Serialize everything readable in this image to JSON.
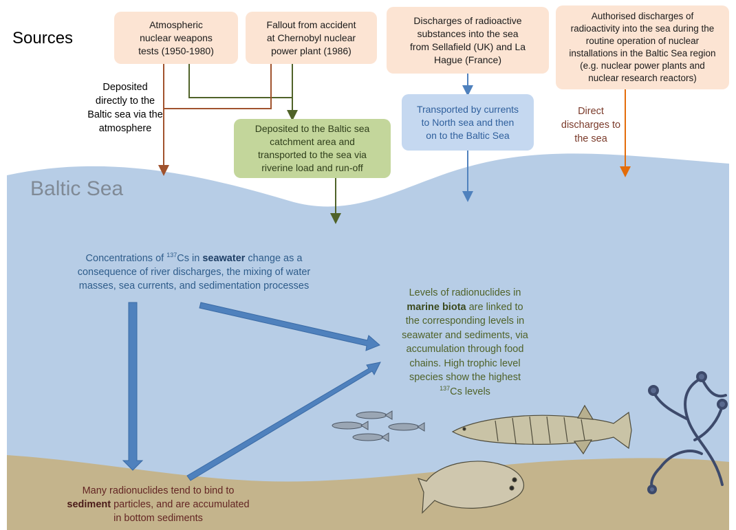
{
  "sources_heading": "Sources",
  "sea_label": "Baltic Sea",
  "source_boxes": {
    "weapons_tests": "Atmospheric\nnuclear weapons\ntests (1950-1980)",
    "chernobyl": "Fallout from accident\nat Chernobyl nuclear\npower plant (1986)",
    "sellafield": "Discharges of radioactive\nsubstances into the sea\nfrom Sellafield (UK) and La\nHague (France)",
    "authorised": "Authorised discharges of\nradioactivity into the sea during the\nroutine operation of nuclear\ninstallations in the Baltic Sea region\n(e.g. nuclear power plants and\nnuclear research reactors)"
  },
  "pathways": {
    "atmosphere": "Deposited\ndirectly to the\nBaltic sea via the\natmosphere",
    "catchment": "Deposited to the Baltic sea\ncatchment area and\ntransported to the sea via\nriverine load and run-off",
    "currents": "Transported by currents\nto North sea and then\non to the Baltic Sea",
    "direct": "Direct\ndischarges to\nthe sea"
  },
  "seawater_text": {
    "line1_pre": "Concentrations of ",
    "isotope_mass": "137",
    "isotope_symbol": "Cs in ",
    "keyword": "seawater",
    "line1_post": " change as a",
    "rest": "consequence of river discharges, the mixing of water\nmasses, sea currents, and  sedimentation processes"
  },
  "biota_text": {
    "line1": "Levels of radionuclides in",
    "keyword": "marine biota",
    "line2_post": " are linked to",
    "rest": "the corresponding levels in\nseawater and sediments, via\naccumulation through food\nchains. High trophic level\nspecies show the highest",
    "isotope_mass": "137",
    "last": "Cs levels"
  },
  "sediment_text": {
    "line1": "Many radionuclides tend to bind to",
    "keyword": "sediment",
    "line2_post": " particles, and are accumulated",
    "line3": "in bottom sediments"
  },
  "colors": {
    "sea": "#b7cde6",
    "seabed": "#c4b48c",
    "peach_box": "#fce4d3",
    "green_box": "#c3d69b",
    "blue_box": "#c5d8f0",
    "brown_arrow": "#a0522d",
    "olive_arrow": "#4f6228",
    "blue_arrow": "#4f81bd",
    "orange_arrow": "#e36c09",
    "seawater_text": "#2e5c8a",
    "biota_text": "#4f6228",
    "sediment_text": "#632523"
  }
}
